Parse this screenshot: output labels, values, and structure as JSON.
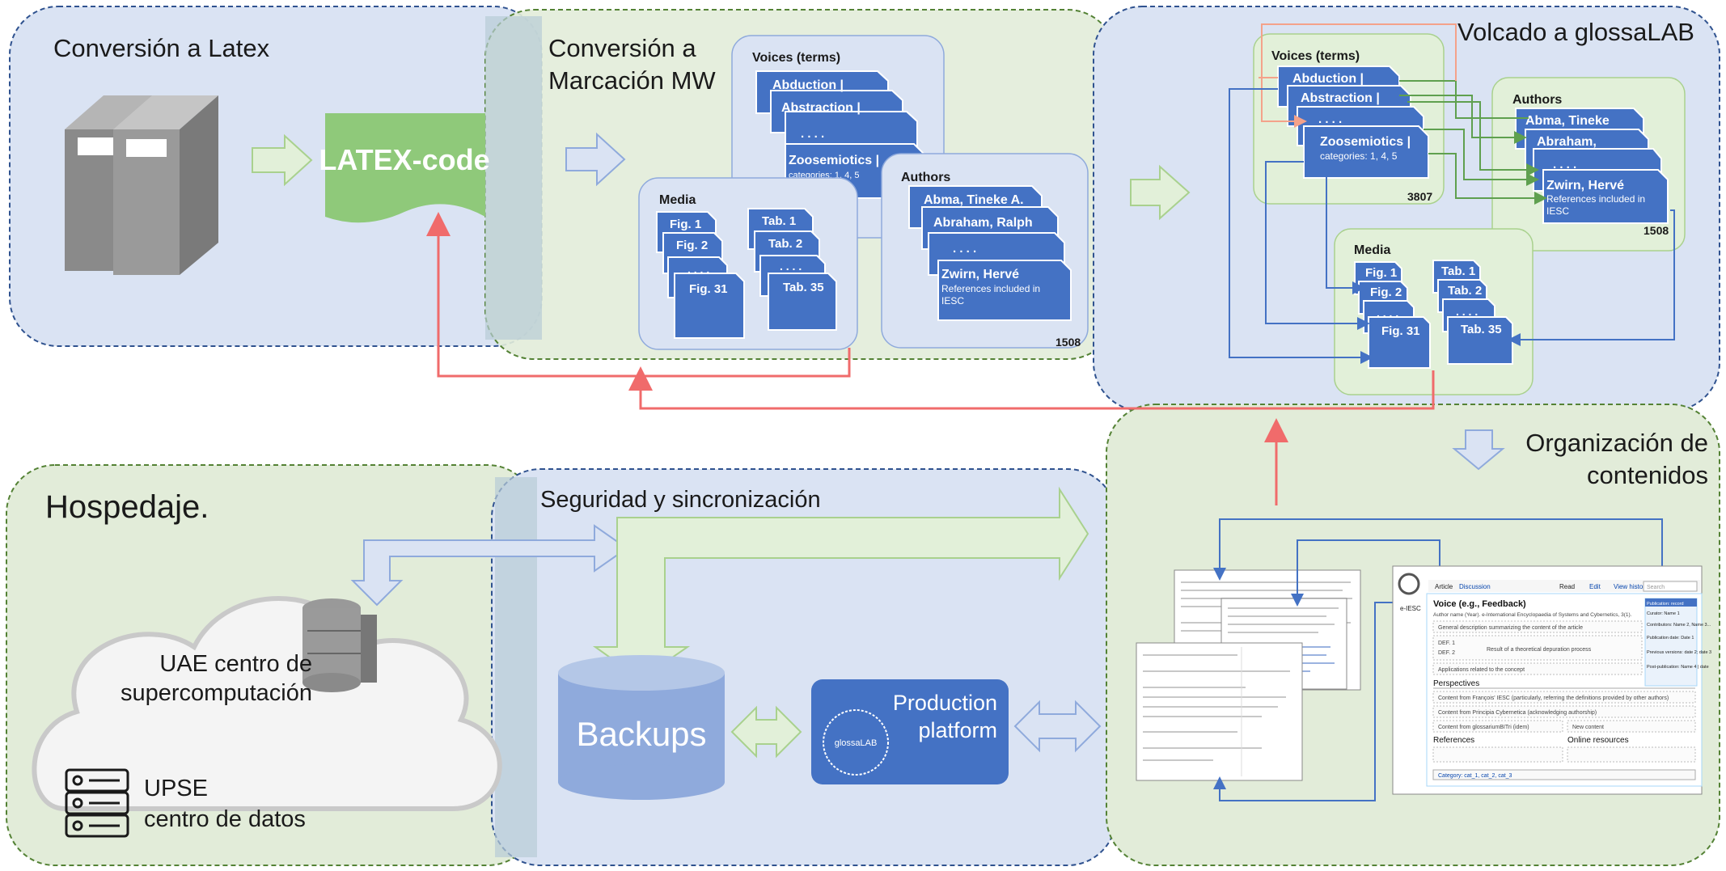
{
  "panels": {
    "latex": {
      "title": "Conversión a Latex",
      "code_label": "LATEX-code"
    },
    "marcacion": {
      "title_line1": "Conversión a",
      "title_line2": "Marcación MW"
    },
    "volcado": {
      "title": "Volcado a glossaLAB"
    },
    "organizacion": {
      "title_line1": "Organización de",
      "title_line2": "contenidos"
    },
    "hospedaje": {
      "title": "Hospedaje.",
      "uae_line1": "UAE centro de",
      "uae_line2": "supercomputación",
      "upse_line1": "UPSE",
      "upse_line2": "centro de datos"
    },
    "seguridad": {
      "title": "Seguridad y sincronización",
      "backups": "Backups",
      "production_line1": "Production",
      "production_line2": "platform",
      "logo_text": "glossaLAB"
    }
  },
  "groups": {
    "voices_title": "Voices (terms)",
    "media_title": "Media",
    "authors_title": "Authors"
  },
  "voices": [
    "Abduction  |",
    "Abstraction  |",
    ". . . .",
    "Zoosemiotics  |"
  ],
  "voices_sub": "categories: 1, 4, 5",
  "media_figs": [
    "Fig. 1",
    "Fig. 2",
    ". . . .",
    "Fig. 31"
  ],
  "media_tabs": [
    "Tab. 1",
    "Tab. 2",
    ". . . .",
    "Tab. 35"
  ],
  "authors_mid": [
    "Abma, Tineke A.",
    "Abraham, Ralph",
    ". . . .",
    "Zwirn, Hervé"
  ],
  "authors_right": [
    "Abma, Tineke",
    "Abraham,",
    ". . . .",
    "Zwirn, Hervé"
  ],
  "authors_sub_line1": "References included in",
  "authors_sub_line2": "IESC",
  "counts": {
    "voices": "3807",
    "authors_mid": "1508",
    "authors_right": "1508"
  },
  "wiki": {
    "site": "e-IESC",
    "tabs": [
      "Article",
      "Discussion"
    ],
    "actions": [
      "Read",
      "Edit",
      "View history"
    ],
    "search_placeholder": "Search",
    "voice_title": "Voice (e.g., Feedback)",
    "author_line": "Author name (Year). e-International Encyclopaedia of Systems and Cybernetics, 3(1).",
    "general": "General description summarizing the content of the article",
    "def1": "DEF. 1",
    "def2": "DEF. 2",
    "def_text": "Result of a theoretical depuration process",
    "applications": "Applications related to the concept",
    "perspectives": "Perspectives",
    "persp1": "Content from François' IESC (particularly, referring the definitions provided by other authors)",
    "persp2": "Content from Principia Cybernetica (acknowledging authorship)",
    "persp3": "Content from glossariumBITri (idem)",
    "new_content": "New content",
    "references": "References",
    "online": "Online resources",
    "category": "Category: cat_1, cat_2, cat_3",
    "side_box": [
      "Publication: record",
      "Curator: Name 1",
      "Contributors: Name 2, Name 3...",
      "Publication date: Date 1",
      "Previous versions: date 2; date 3",
      "Post-publication: Name 4 | date"
    ]
  },
  "colors": {
    "blue_panel": "#dae3f3",
    "green_panel": "#e2ecd9",
    "card": "#4472c4",
    "latex_green": "#8fc97a",
    "red_arrow": "#f06b6b"
  }
}
